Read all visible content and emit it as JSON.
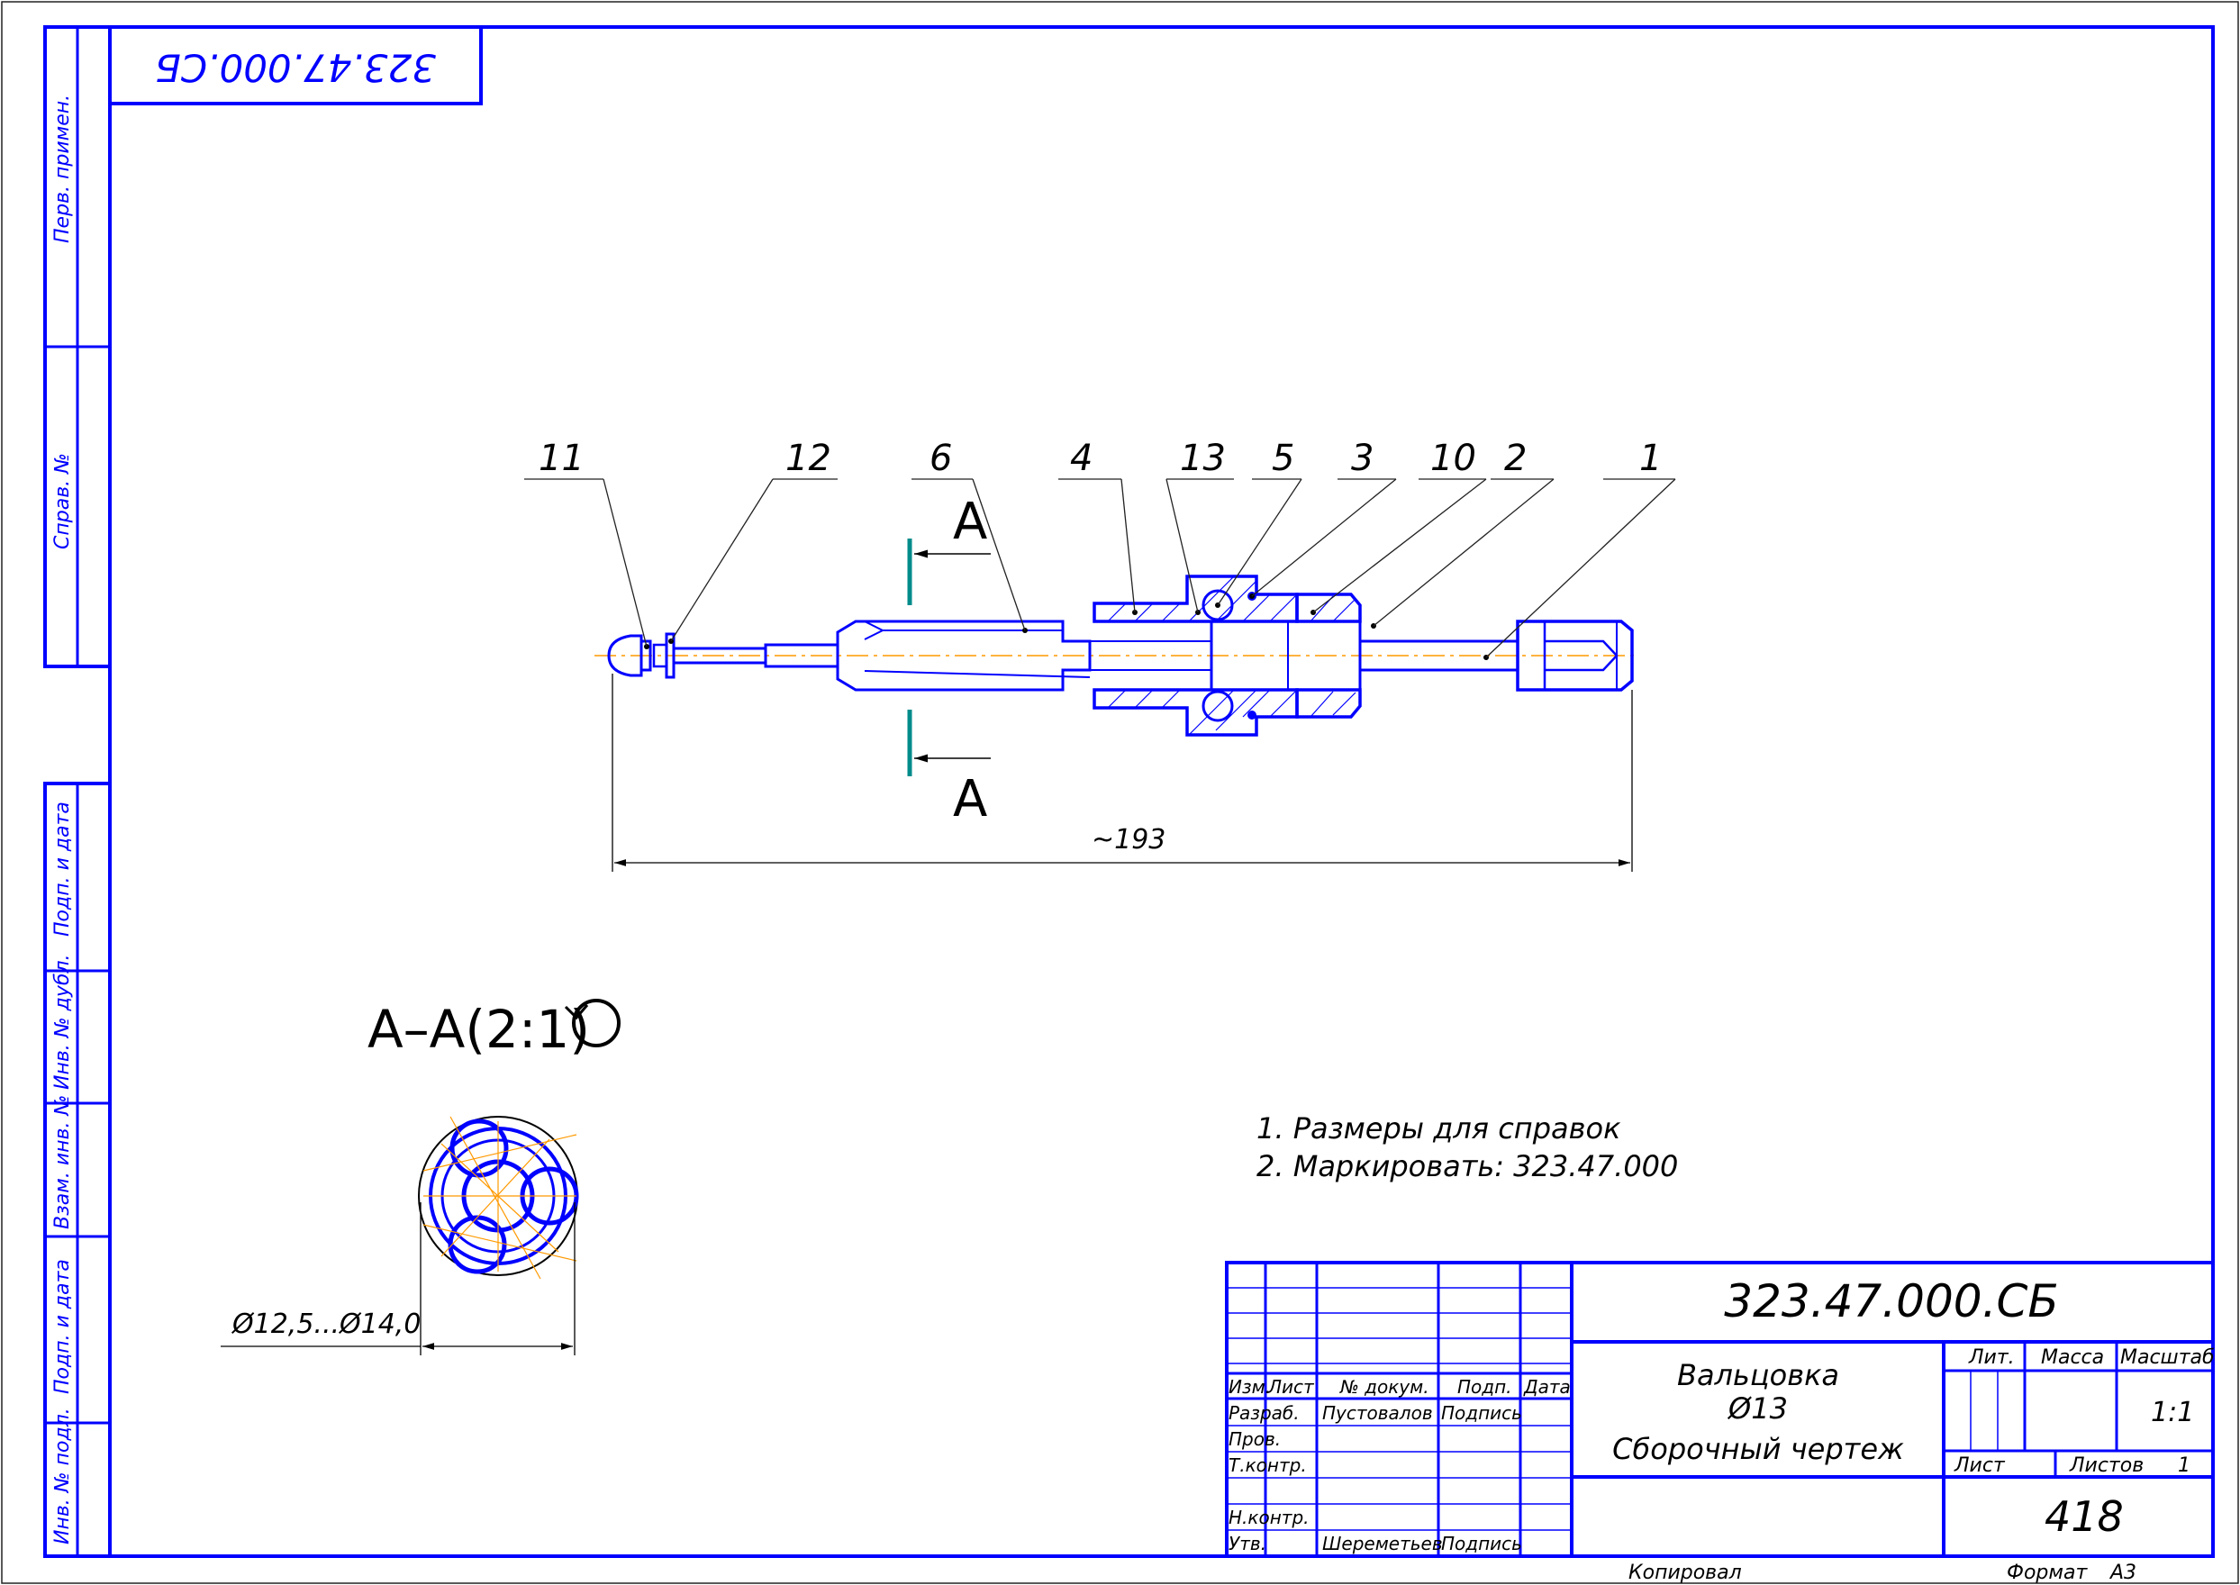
{
  "stamp": {
    "top_code": "323.47.000.СБ",
    "main_code": "323.47.000.СБ",
    "name_lines": [
      "Вальцовка",
      "Ø13",
      "Сборочный чертеж"
    ],
    "head_labels": [
      "Изм.",
      "Лист",
      "№ докум.",
      "Подп.",
      "Дата"
    ],
    "rows": [
      {
        "role": "Разраб.",
        "name": "Пустовалов",
        "sign": "Подпись"
      },
      {
        "role": "Пров.",
        "name": "",
        "sign": ""
      },
      {
        "role": "Т.контр.",
        "name": "",
        "sign": ""
      },
      {
        "role": "Н.контр.",
        "name": "",
        "sign": ""
      },
      {
        "role": "Утв.",
        "name": "Шереметьев",
        "sign": "Подпись"
      }
    ],
    "lit_label": "Лит.",
    "mass_label": "Масса",
    "scale_label": "Масштаб",
    "scale_value": "1:1",
    "sheet_label": "Лист",
    "sheets_label": "Листов",
    "sheets_value": "1",
    "org": "418",
    "copied": "Копировал",
    "format_label": "Формат",
    "format_value": "А3"
  },
  "side_columns": [
    "Перв. примен.",
    "Справ. №",
    "Подп. и дата",
    "Инв. № дубл.",
    "Взам. инв. №",
    "Подп. и дата",
    "Инв. № подл."
  ],
  "callouts": [
    "11",
    "12",
    "6",
    "4",
    "13",
    "5",
    "3",
    "10",
    "2",
    "1"
  ],
  "section_mark": "А",
  "overall_dim": "~193",
  "section_title": "А–А(2:1)",
  "diam_dim": "Ø12,5...Ø14,0",
  "notes": [
    "1. Размеры для справок",
    "2. Маркировать: 323.47.000"
  ],
  "colors": {
    "lines": "#0000ff",
    "axis": "#ff9900",
    "section_arrow": "#008b8b",
    "text": "#000000"
  }
}
